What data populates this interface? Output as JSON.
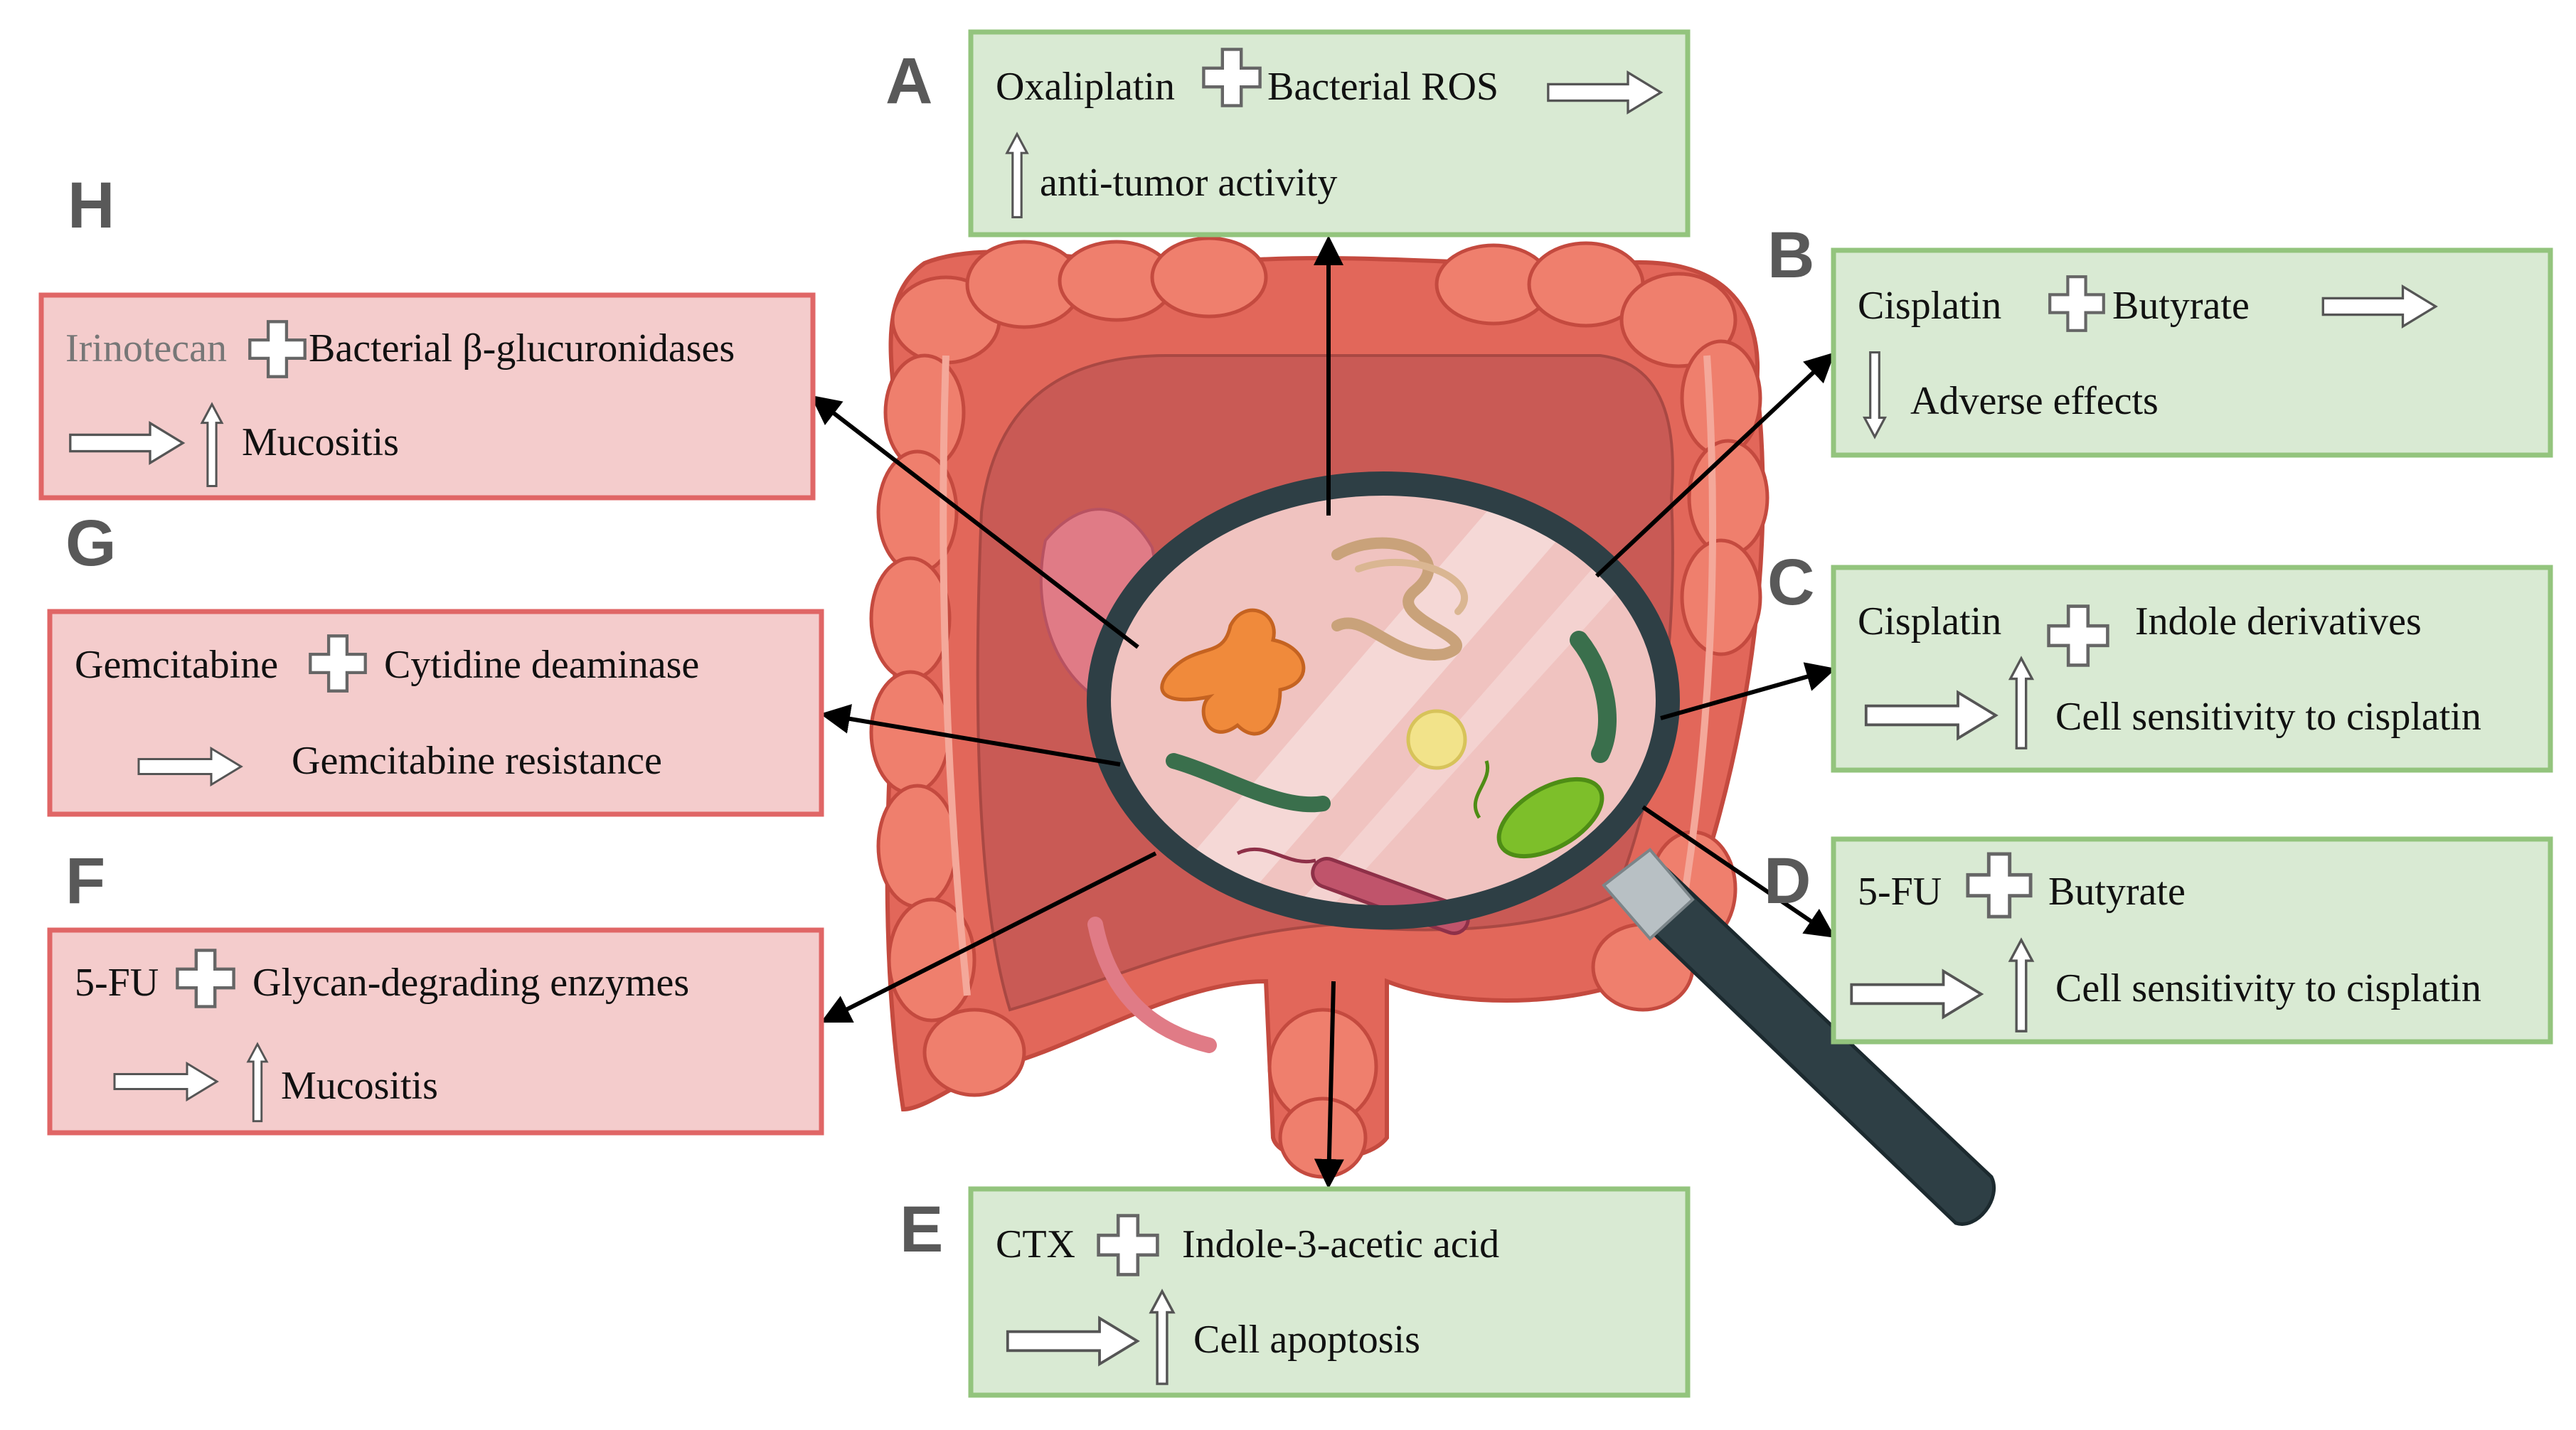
{
  "colors": {
    "green_fill": "#d9ead3",
    "green_border": "#93c47d",
    "pink_fill": "#f4cccc",
    "pink_border": "#e06666",
    "panel_letter": "#595959",
    "text": "#111111",
    "muted_text": "#777777",
    "arrow": "#000000",
    "colon": "#e5705e",
    "lens_ring": "#2e3f45",
    "bacteria_orange": "#f08a3b",
    "bacteria_green": "#7dbf2a",
    "bacteria_dark": "#3a6f4c"
  },
  "icons": [
    "plus-outline-icon",
    "right-arrow-outline-icon",
    "up-arrow-outline-icon",
    "down-arrow-outline-icon",
    "magnifying-glass-icon",
    "colon-icon",
    "bacteria-icon"
  ],
  "panels": {
    "A": {
      "letter": "A",
      "line1_a": "Oxaliplatin",
      "line1_b": "Bacterial ROS",
      "line2": "anti-tumor activity"
    },
    "B": {
      "letter": "B",
      "line1_a": "Cisplatin",
      "line1_b": "Butyrate",
      "line2": "Adverse effects"
    },
    "C": {
      "letter": "C",
      "line1_a": "Cisplatin",
      "line1_b": "Indole derivatives",
      "line2": "Cell sensitivity to cisplatin"
    },
    "D": {
      "letter": "D",
      "line1_a": "5-FU",
      "line1_b": "Butyrate",
      "line2": "Cell sensitivity to cisplatin"
    },
    "E": {
      "letter": "E",
      "line1_a": "CTX",
      "line1_b": "Indole-3-acetic acid",
      "line2": "Cell apoptosis"
    },
    "F": {
      "letter": "F",
      "line1_a": "5-FU",
      "line1_b": "Glycan-degrading enzymes",
      "line2": "Mucositis"
    },
    "G": {
      "letter": "G",
      "line1_a": "Gemcitabine",
      "line1_b": "Cytidine deaminase",
      "line2": "Gemcitabine resistance"
    },
    "H": {
      "letter": "H",
      "line1_a": "Irinotecan",
      "line1_b": "Bacterial β-glucuronidases",
      "line2": "Mucositis"
    }
  }
}
